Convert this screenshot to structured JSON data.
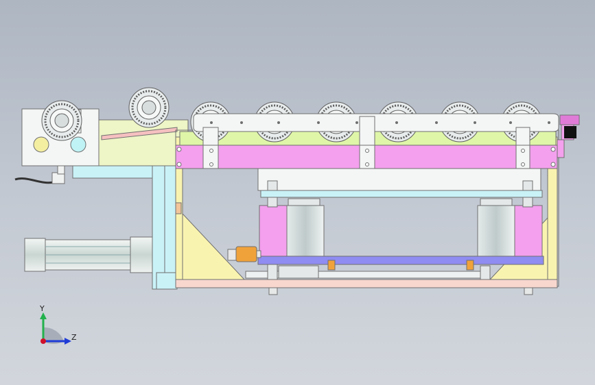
{
  "viewport": {
    "background_top": "#aeb6c2",
    "background_bottom": "#d2d6dc"
  },
  "colors": {
    "pink": "#f4a0ee",
    "pink_dark": "#e07cd8",
    "yellow": "#f9f3b0",
    "lime": "#dff6a8",
    "cyan": "#c9f2f7",
    "white": "#f4f6f6",
    "salmon": "#f8d7cf",
    "purple": "#8f8cf2",
    "gray_metal": "#cfd7d9",
    "orange": "#f0a23a",
    "outline": "#6f6f6f"
  },
  "rollers": {
    "count": 8,
    "style": "bearing-roller"
  },
  "triad": {
    "y_label": "Y",
    "z_label": "Z",
    "y_color": "#22b14c",
    "z_color": "#1f3cd6",
    "x_color": "#d0112b"
  }
}
